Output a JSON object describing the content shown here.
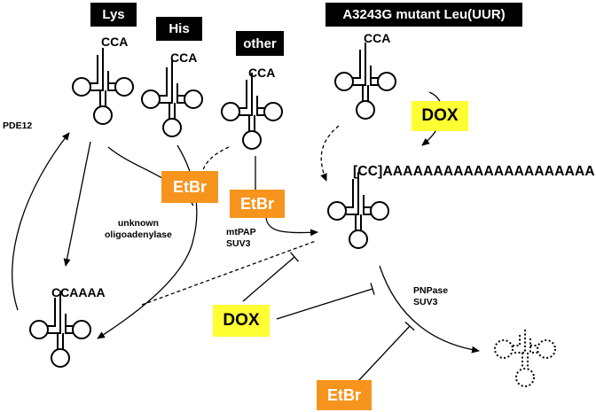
{
  "labels": {
    "lys": "Lys",
    "his": "His",
    "other": "other",
    "mutant": "A3243G mutant  Leu(UUR)",
    "cca_lys": "CCA",
    "cca_his": "CCA",
    "cca_other": "CCA",
    "cca_mutant": "CCA",
    "ccaaaa": "CCAAAA",
    "polya_tail": "[CC]AAAAAAAAAAAAAAAAAAAAA",
    "pde12": "PDE12",
    "unknown_enzyme": "unknown\noligoadenylase",
    "mtpap_suv3": "mtPAP\nSUV3",
    "pnpase_suv3": "PNPase\nSUV3"
  },
  "drugs": {
    "etbr": "EtBr",
    "dox": "DOX"
  },
  "colors": {
    "etbr_box": "#f7941d",
    "dox_box": "#ffff33",
    "header_box": "#000000"
  },
  "icons": {
    "trna": "trna-cloverleaf-icon",
    "degraded_trna": "degraded-trna-icon"
  }
}
